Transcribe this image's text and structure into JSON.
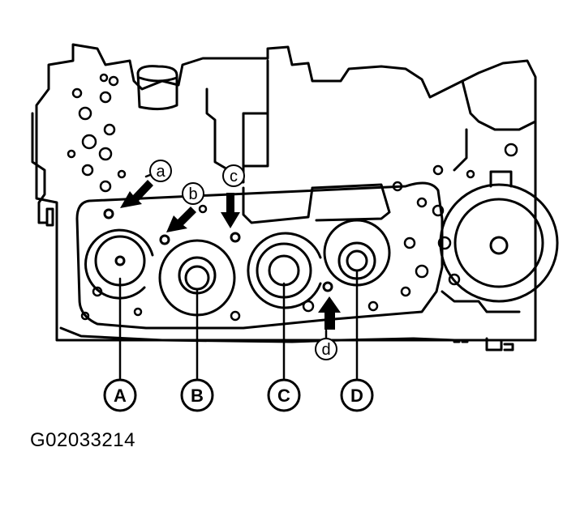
{
  "diagram": {
    "figure_code": "G02033214",
    "callouts_major": [
      "A",
      "B",
      "C",
      "D"
    ],
    "callouts_minor": [
      "a",
      "b",
      "c",
      "d"
    ]
  }
}
